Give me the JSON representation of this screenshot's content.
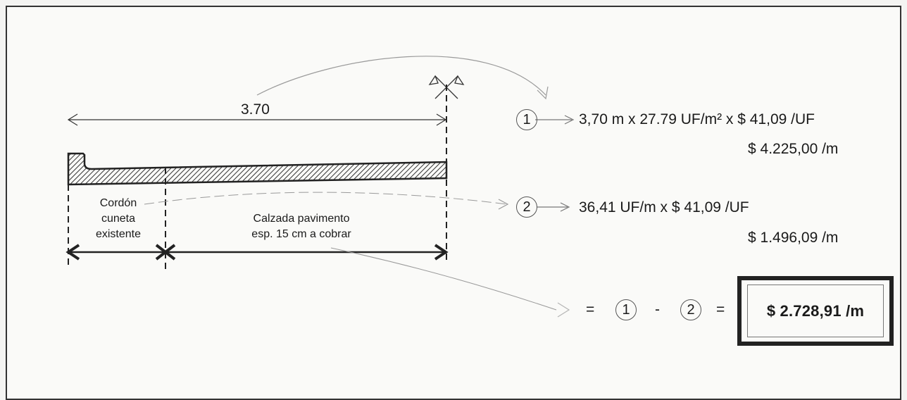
{
  "dimension": {
    "label": "3.70"
  },
  "sections": {
    "curb": {
      "line1": "Cordón",
      "line2": "cuneta",
      "line3": "existente"
    },
    "pavement": {
      "line1": "Calzada pavimento",
      "line2": "esp. 15 cm a cobrar"
    }
  },
  "calc1": {
    "number": "1",
    "formula": "3,70 m x 27.79 UF/m² x $ 41,09 /UF",
    "result": "$ 4.225,00 /m"
  },
  "calc2": {
    "number": "2",
    "formula": "36,41 UF/m x $ 41,09 /UF",
    "result": "$ 1.496,09 /m"
  },
  "total": {
    "equals": "=",
    "ref1": "1",
    "minus": "-",
    "ref2": "2",
    "equals2": "=",
    "value": "$ 2.728,91 /m"
  },
  "colors": {
    "ink": "#1a1a1a",
    "hatch": "#444444",
    "faint": "#9a9a9a"
  }
}
